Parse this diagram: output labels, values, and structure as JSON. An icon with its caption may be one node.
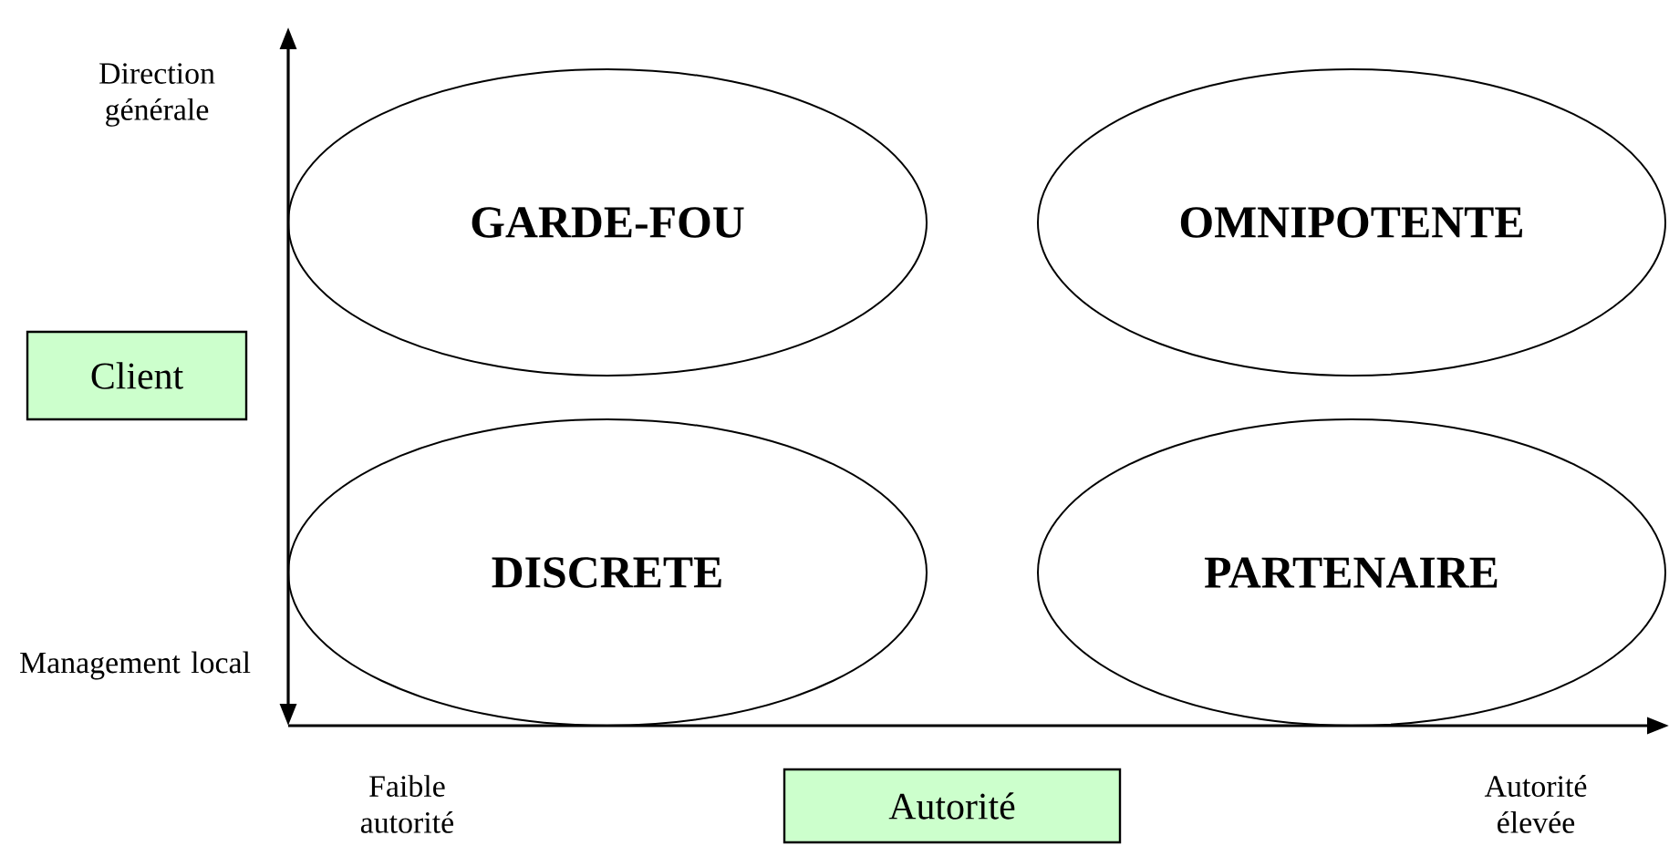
{
  "diagram": {
    "nodes": [
      {
        "text": [
          "GARDE-FOU"
        ]
      },
      {
        "text": [
          "OMNIPOTENTE"
        ]
      },
      {
        "text": [
          "DISCRETE"
        ]
      },
      {
        "text": [
          "PARTENAIRE"
        ]
      },
      {
        "text": [
          "Client"
        ]
      },
      {
        "text": [
          "Autorité"
        ]
      }
    ],
    "labels": [
      "Direction générale",
      "Management local",
      "Faible autorité",
      "Autorité élevée"
    ]
  }
}
